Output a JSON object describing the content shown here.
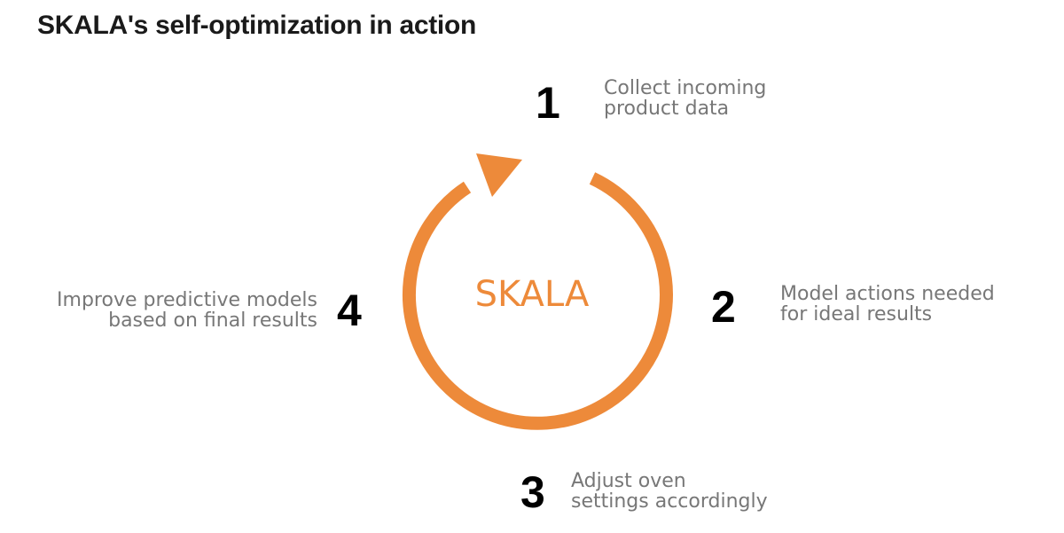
{
  "title": "SKALA's self-optimization in action",
  "center_label": "SKALA",
  "colors": {
    "accent": "#ed8a3a",
    "step_text": "#777777",
    "title": "#1a1a1a"
  },
  "steps": [
    {
      "number": "1",
      "lines": [
        "Collect incoming",
        "product data"
      ]
    },
    {
      "number": "2",
      "lines": [
        "Model actions needed",
        "for ideal results"
      ]
    },
    {
      "number": "3",
      "lines": [
        "Adjust oven",
        "settings accordingly"
      ]
    },
    {
      "number": "4",
      "lines": [
        "Improve predictive models",
        "based on final results"
      ]
    }
  ]
}
